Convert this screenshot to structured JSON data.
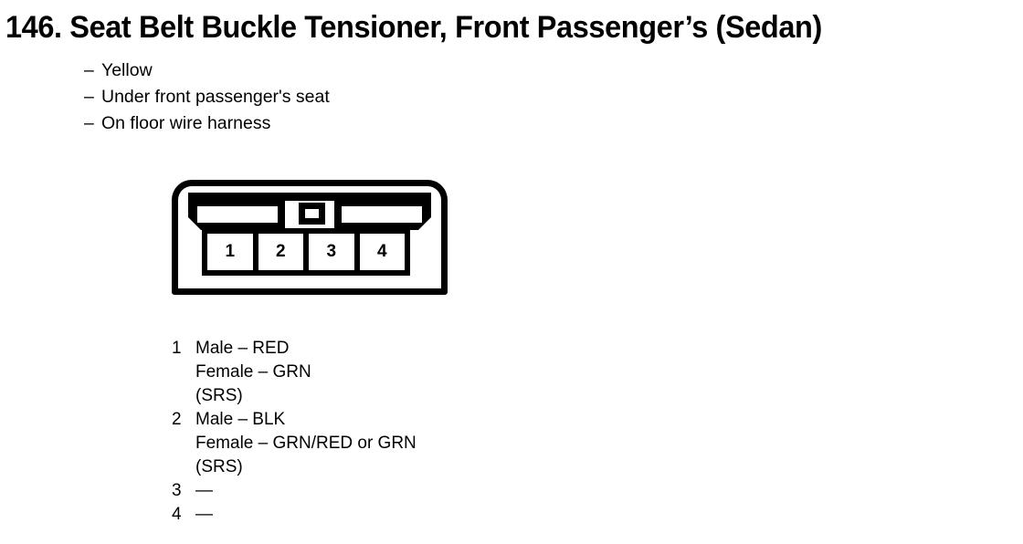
{
  "page": {
    "title": "146. Seat Belt Buckle Tensioner, Front Passenger’s (Sedan)",
    "bullet_dash": "–",
    "bullets": [
      "Yellow",
      "Under front passenger's seat",
      "On floor wire harness"
    ]
  },
  "connector": {
    "pins": [
      {
        "number": "1"
      },
      {
        "number": "2"
      },
      {
        "number": "3"
      },
      {
        "number": "4"
      }
    ]
  },
  "legend": {
    "entries": [
      {
        "number": "1",
        "lines": [
          "Male – RED",
          "Female – GRN",
          "(SRS)"
        ]
      },
      {
        "number": "2",
        "lines": [
          "Male – BLK",
          "Female – GRN/RED or GRN",
          "(SRS)"
        ]
      },
      {
        "number": "3",
        "lines": [
          "—"
        ]
      },
      {
        "number": "4",
        "lines": [
          "—"
        ]
      }
    ]
  },
  "colors": {
    "ink": "#000000",
    "paper": "#ffffff"
  }
}
